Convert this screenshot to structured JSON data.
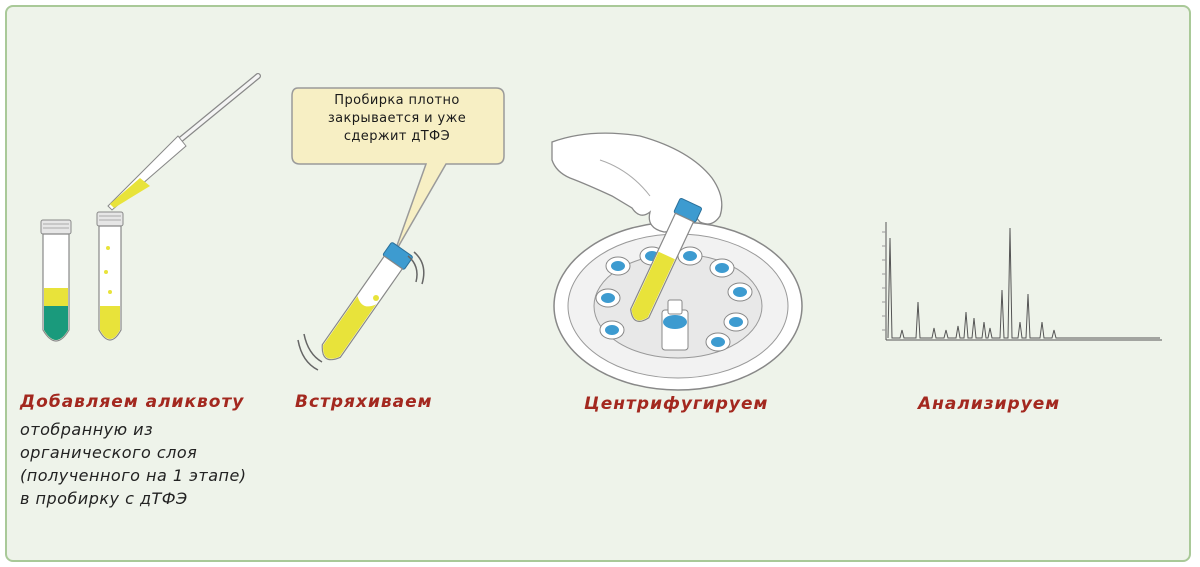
{
  "steps": [
    {
      "title": "Добавляем аликвоту",
      "description": [
        "отобранную из",
        "органического слоя",
        "(полученного на 1 этапе)",
        "в пробирку с дТФЭ"
      ]
    },
    {
      "title": "Встряхиваем",
      "callout": [
        "Пробирка плотно",
        "закрывается и уже",
        "сдержит дТФЭ"
      ]
    },
    {
      "title": "Центрифугируем"
    },
    {
      "title": "Анализируем"
    }
  ],
  "colors": {
    "title": "#a3281f",
    "background": "#eef3ea",
    "border": "#a9c998",
    "liquid_yellow": "#e8e33a",
    "liquid_green": "#1a9a7c",
    "cap_blue": "#3d9bd0",
    "callout_fill": "#f7efc4"
  },
  "icons": [
    "test-tube-icon",
    "pipette-icon",
    "hand-icon",
    "centrifuge-icon",
    "chromatogram-icon"
  ]
}
